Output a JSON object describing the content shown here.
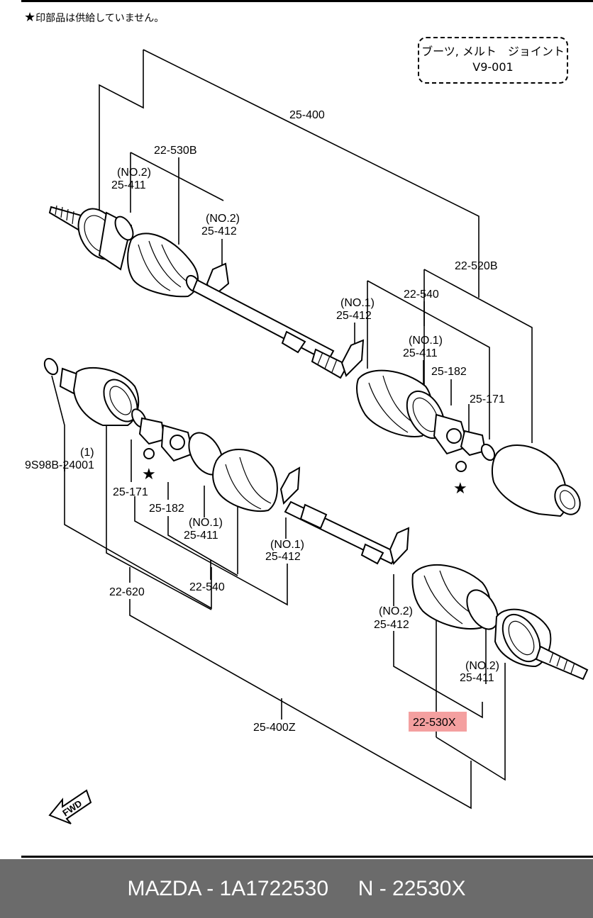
{
  "header": {
    "note_star": "★",
    "note_text": "印部品は供給していません。"
  },
  "title_box": {
    "line1": "ブーツ, メルト　ジョイント",
    "line2": "V9-001"
  },
  "part_labels": {
    "p25_400": "25-400",
    "p22_530B": "22-530B",
    "no2_a": "(NO.2)",
    "p25_411_a": "25-411",
    "no2_b": "(NO.2)",
    "p25_412_a": "25-412",
    "p22_520B": "22-520B",
    "no1_a": "(NO.1)",
    "p25_412_b": "25-412",
    "p22_540_a": "22-540",
    "no1_b": "(NO.1)",
    "p25_411_b": "25-411",
    "p25_182_a": "25-182",
    "p25_171_a": "25-171",
    "one": "(1)",
    "p9S98B": "9S98B-24001",
    "p25_171_b": "25-171",
    "p25_182_b": "25-182",
    "no1_c": "(NO.1)",
    "p25_411_c": "25-411",
    "no1_d": "(NO.1)",
    "p25_412_c": "25-412",
    "p22_620": "22-620",
    "p22_540_b": "22-540",
    "no2_c": "(NO.2)",
    "p25_412_d": "25-412",
    "no2_d": "(NO.2)",
    "p25_411_d": "25-411",
    "p22_530X": "22-530X",
    "p25_400Z": "25-400Z",
    "star_a": "★",
    "star_b": "★",
    "fwd": "FWD"
  },
  "highlight_color": "#f4a0a0",
  "footer": {
    "text": "MAZDA - 1A1722530     N - 22530X"
  }
}
